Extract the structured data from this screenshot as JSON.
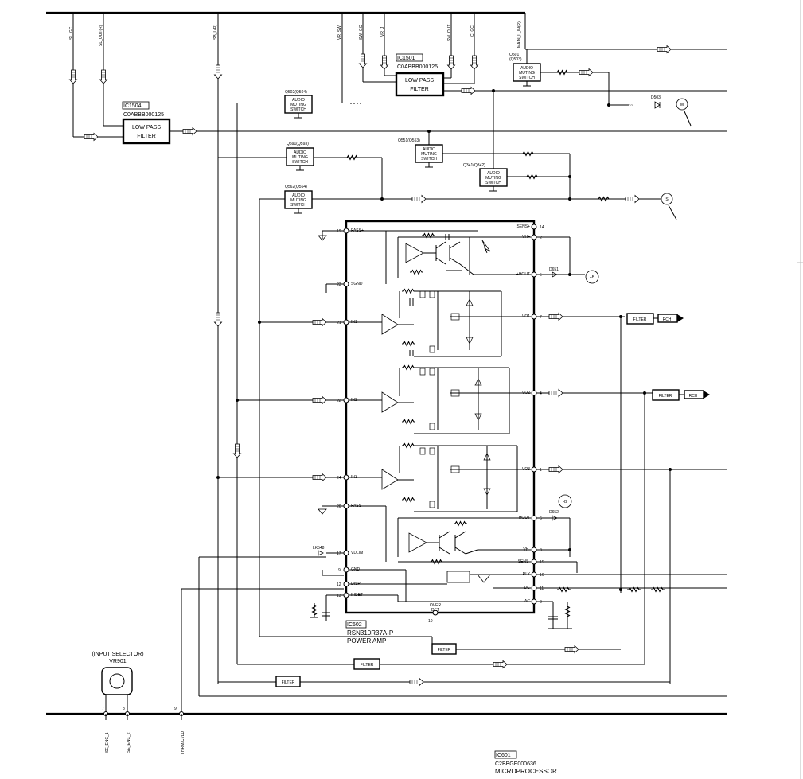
{
  "top_signals": {
    "sl_gc": "SL_GC",
    "sl_out_r": "SL_OUT(R)",
    "sb_l_r": "SB_L(R)",
    "vr_sw": "VR_SW",
    "sw_gc": "SW_GC",
    "vr_j": "VR_J",
    "sw_out": "SW_OUT",
    "c_gc": "C_GC",
    "main_l_in_r": "MAIN_L_IN(R)"
  },
  "ic1504": {
    "ref": "IC1504",
    "part": "C0ABBB000125",
    "line1": "LOW PASS",
    "line2": "FILTER"
  },
  "ic1501": {
    "ref": "IC1501",
    "part": "C0ABBB000125",
    "line1": "LOW PASS",
    "line2": "FILTER"
  },
  "mute": {
    "line1": "AUDIO",
    "line2": "MUTING",
    "line3": "SWITCH"
  },
  "transistors": {
    "q501": "Q501",
    "q503": "(Q503)",
    "q502": "Q502(Q504)",
    "q591": "Q591(Q593)",
    "q562": "Q562(Q564)",
    "q551": "Q551(Q553)",
    "q541": "Q341(Q342)"
  },
  "d503": "D503",
  "m_symbol": "M",
  "s_symbol": "S",
  "ic602": {
    "ref": "IC602",
    "part": "RSN310R37A-P",
    "name": "POWER AMP",
    "left_pins": [
      {
        "num": "19",
        "name": "PASS+"
      },
      {
        "num": "23",
        "name": "SGND"
      },
      {
        "num": "21",
        "name": "IN1-"
      },
      {
        "num": "22",
        "name": "IN2-"
      },
      {
        "num": "24",
        "name": "IN3-"
      },
      {
        "num": "20",
        "name": "PASS-"
      },
      {
        "num": "17",
        "name": "VDLIM"
      },
      {
        "num": "9",
        "name": "GND"
      },
      {
        "num": "12",
        "name": "DISP"
      },
      {
        "num": "13",
        "name": "IHDET"
      }
    ],
    "right_pins": [
      {
        "num": "14",
        "name": "SENS+"
      },
      {
        "num": "2",
        "name": "VH+"
      },
      {
        "num": "5",
        "name": "+HOUT"
      },
      {
        "num": "7",
        "name": "VO1"
      },
      {
        "num": "4",
        "name": "VO2"
      },
      {
        "num": "1",
        "name": "VO3"
      },
      {
        "num": "6",
        "name": "-HOUT"
      },
      {
        "num": "3",
        "name": "VH-"
      },
      {
        "num": "15",
        "name": "SENS-"
      },
      {
        "num": "16",
        "name": "RLY"
      },
      {
        "num": "11",
        "name": "DC"
      },
      {
        "num": "8",
        "name": "AC"
      }
    ],
    "bottom_pin": {
      "num": "10",
      "line1": "OVER",
      "line2": "DET"
    }
  },
  "d651": "D651",
  "d652": "D652",
  "d653": "D652",
  "plus_b": "+B",
  "minus_b": "-B",
  "filter_label": "FILTER",
  "rch_label": "RCH",
  "vr901": {
    "title": "(INPUT SELECTOR)",
    "ref": "VR901",
    "pin7": "7",
    "pin8": "8",
    "pin9": "9"
  },
  "bottom_signals": {
    "se_enc_1": "SE_ENC_1",
    "se_enc_2": "SE_ENC_2",
    "therm": "THRM/CVLD"
  },
  "ic601": {
    "ref": "IC601",
    "part": "C2BBGE000636",
    "name": "MICROPROCESSOR"
  }
}
